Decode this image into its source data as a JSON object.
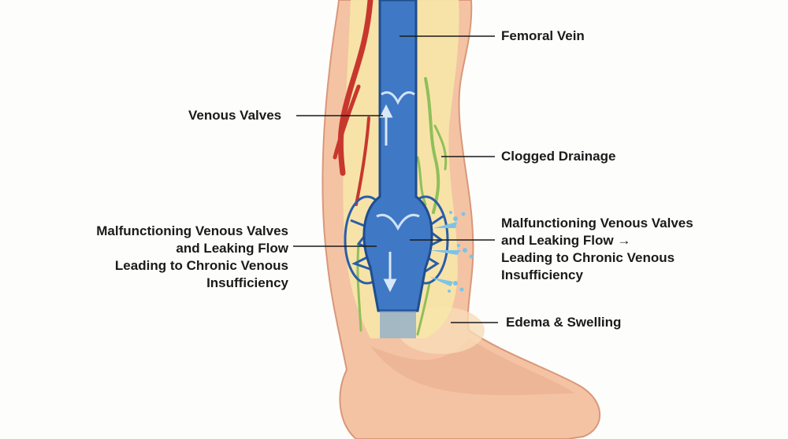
{
  "colors": {
    "background": "#fdfdfc",
    "skin": "#f4c3a3",
    "skin_shadow": "#e6a585",
    "fat_layer": "#f7e7a8",
    "vein": "#3f78c4",
    "vein_dark": "#1f4d8f",
    "artery": "#c8372d",
    "lymph": "#8fbf5a",
    "leak": "#7ec3e6",
    "leader_line": "#1a1a1a"
  },
  "labels": {
    "femoral_vein": "Femoral Vein",
    "venous_valves": "Venous Valves",
    "clogged_drainage": "Clogged Drainage",
    "left_malfunction": [
      "Malfunctioning Venous Valves",
      "and Leaking Flow",
      "Leading to Chronic Venous",
      "Insufficiency"
    ],
    "right_malfunction": [
      "Malfunctioning Venous Valves",
      "and Leaking Flow →",
      "Leading to Chronic Venous",
      "Insufficiency"
    ],
    "edema": "Edema & Swelling"
  }
}
